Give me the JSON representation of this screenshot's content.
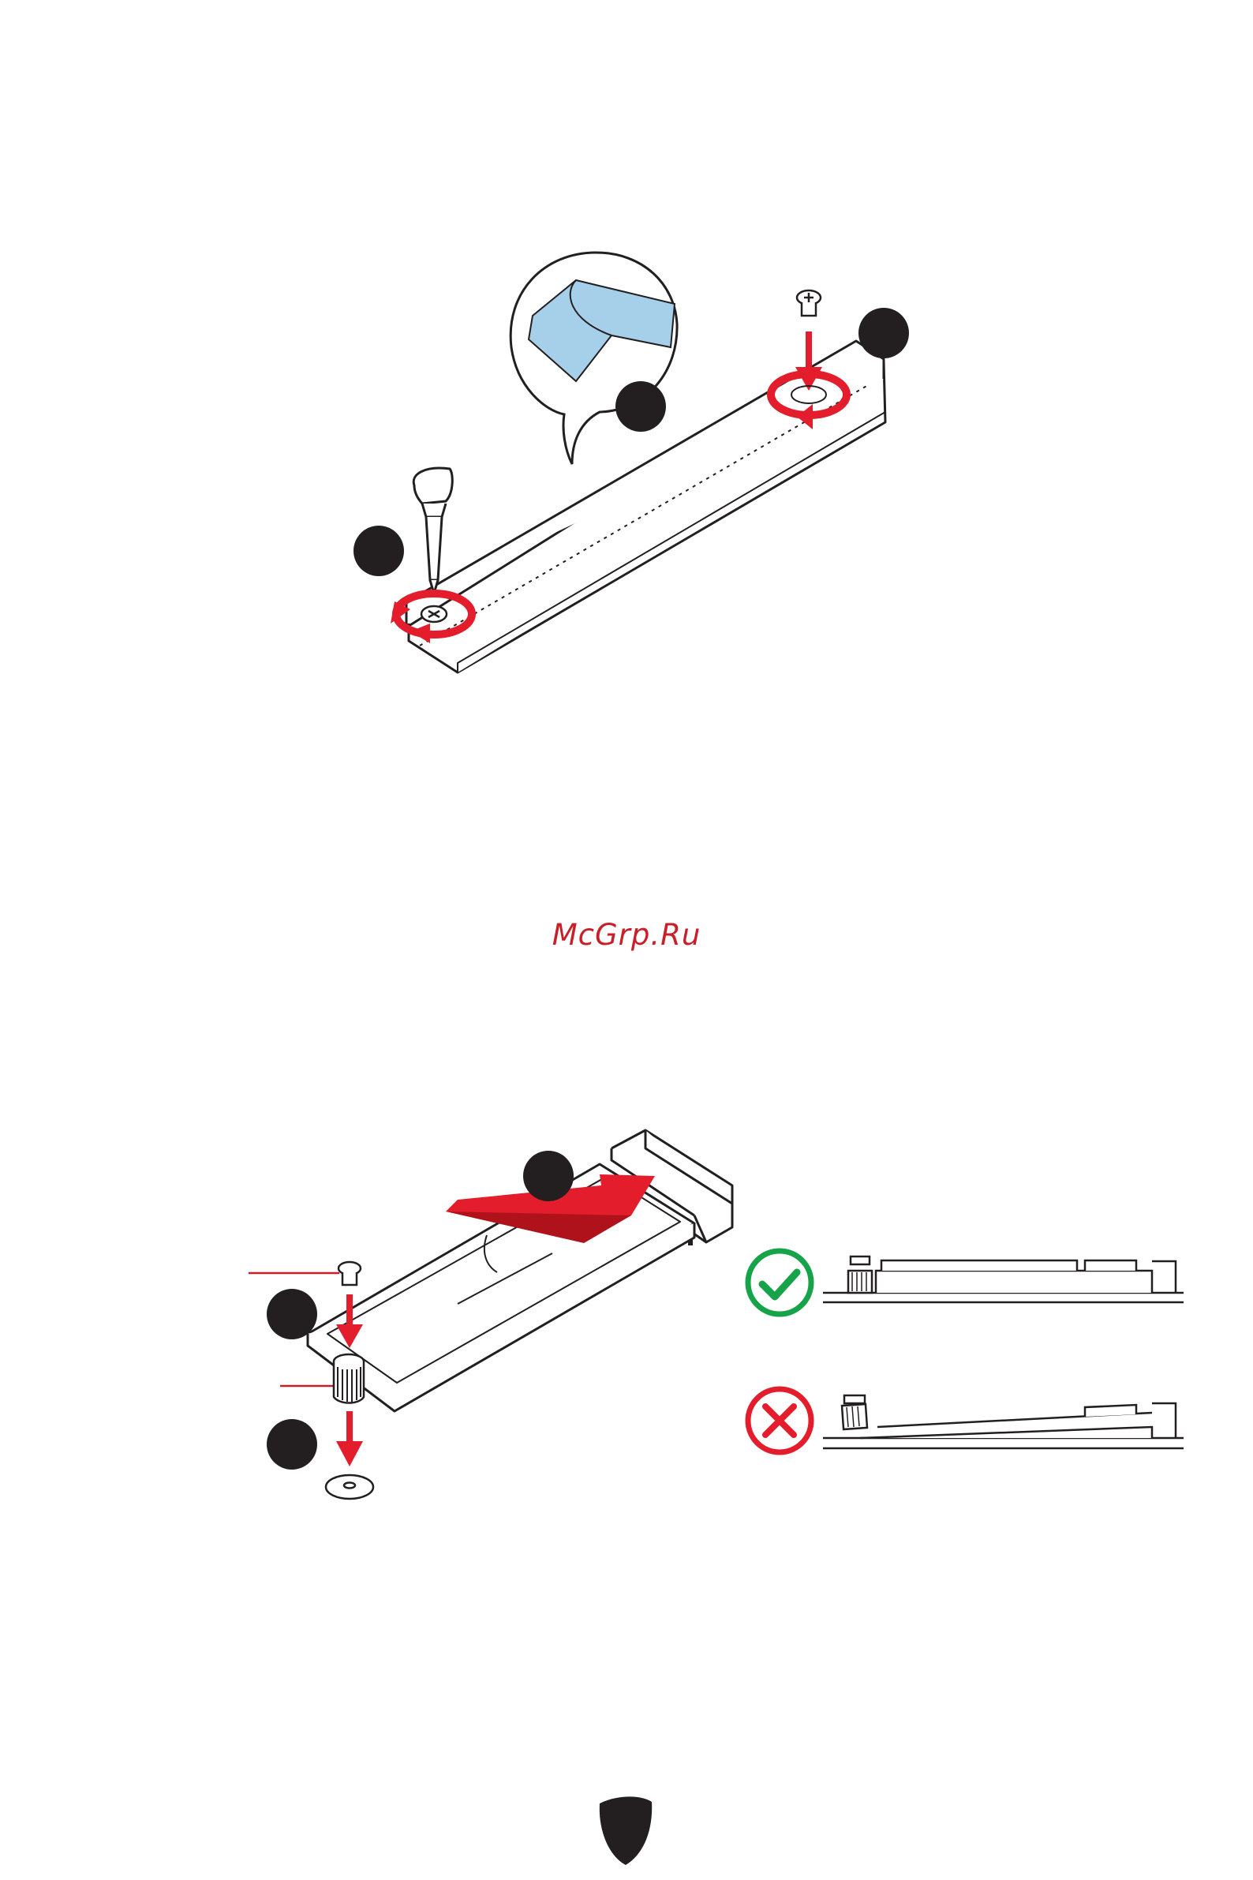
{
  "watermark": {
    "text": "McGrp.Ru"
  },
  "figures": [
    {
      "id": "m2-plate-removal",
      "elements": [
        "screwdriver",
        "m2-plate",
        "thermal-pad-callout",
        "screw",
        "rotate-arrows",
        "step-badges"
      ]
    },
    {
      "id": "m2-ssd-install",
      "elements": [
        "m2-slot",
        "ssd",
        "insert-arrow",
        "screw",
        "standoff",
        "washer",
        "step-badges",
        "correct-check",
        "incorrect-cross"
      ]
    }
  ],
  "colors": {
    "arrow": "#e31d2b",
    "badge": "#231f20",
    "thermal_pad": "#a6cfea",
    "check": "#16a34a",
    "cross": "#e31d2b",
    "line": "#231f20"
  },
  "icons": {
    "check": "check-circle-icon",
    "cross": "cross-circle-icon",
    "footer": "msi-shield-icon"
  }
}
